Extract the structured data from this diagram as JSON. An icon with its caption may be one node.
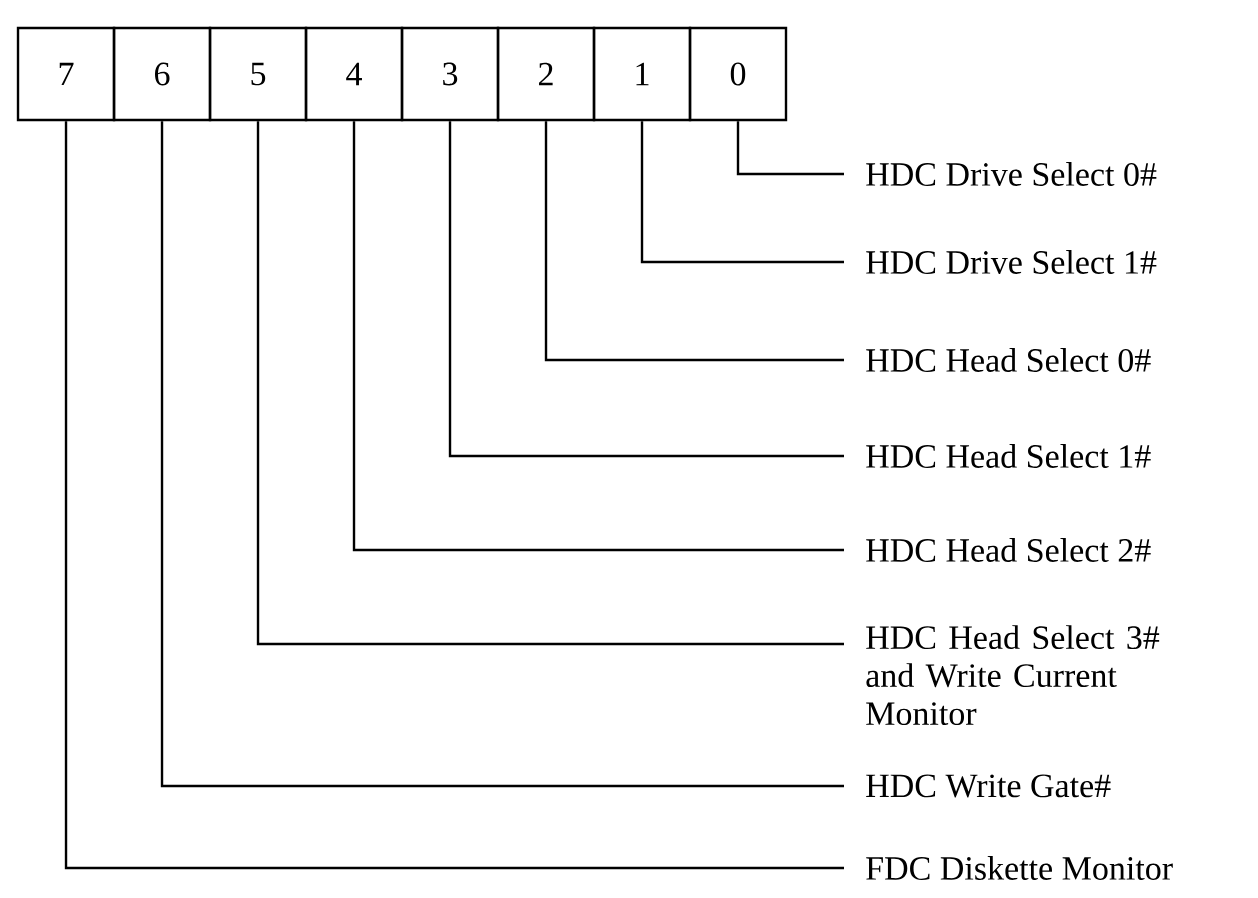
{
  "diagram": {
    "nodes": [
      {
        "text": [
          "7"
        ]
      },
      {
        "text": [
          "6"
        ]
      },
      {
        "text": [
          "5"
        ]
      },
      {
        "text": [
          "4"
        ]
      },
      {
        "text": [
          "3"
        ]
      },
      {
        "text": [
          "2"
        ]
      },
      {
        "text": [
          "1"
        ]
      },
      {
        "text": [
          "0"
        ]
      },
      {
        "text": [
          "HDC Drive Select 0#"
        ]
      },
      {
        "text": [
          "HDC Drive Select 1#"
        ]
      },
      {
        "text": [
          "HDC Head Select 0#"
        ]
      },
      {
        "text": [
          "HDC Head Select 1#"
        ]
      },
      {
        "text": [
          "HDC Head Select 2#"
        ]
      },
      {
        "text": [
          "HDC Head Select 3# and Write Current Monitor"
        ]
      },
      {
        "text": [
          "HDC Write Gate#"
        ]
      },
      {
        "text": [
          "FDC Diskette Monitor"
        ]
      }
    ],
    "edges": [
      {
        "from": 7,
        "to": 8,
        "arrow": "none"
      },
      {
        "from": 6,
        "to": 9,
        "arrow": "none"
      },
      {
        "from": 5,
        "to": 10,
        "arrow": "none"
      },
      {
        "from": 4,
        "to": 11,
        "arrow": "none"
      },
      {
        "from": 3,
        "to": 12,
        "arrow": "none"
      },
      {
        "from": 2,
        "to": 13,
        "arrow": "none"
      },
      {
        "from": 1,
        "to": 14,
        "arrow": "none"
      },
      {
        "from": 0,
        "to": 15,
        "arrow": "none"
      }
    ]
  }
}
